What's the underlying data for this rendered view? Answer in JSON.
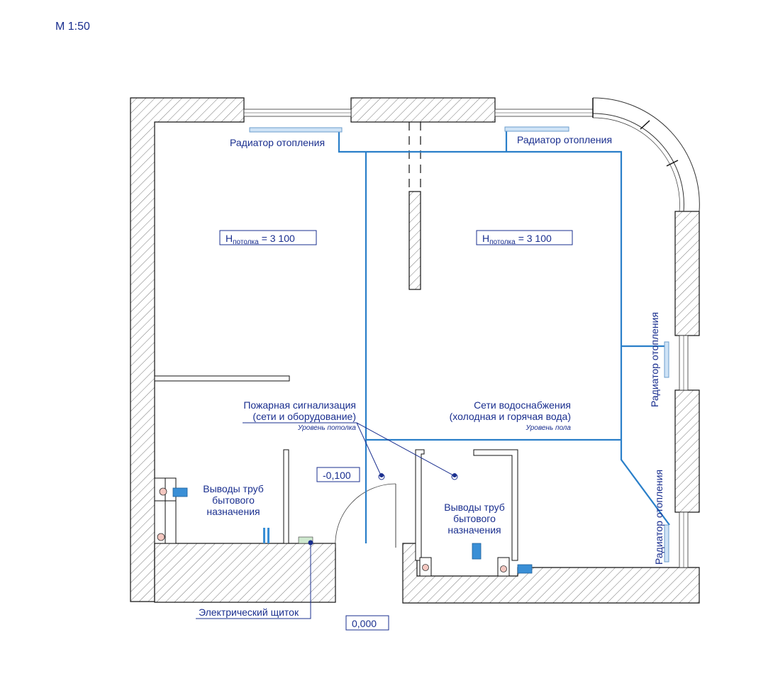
{
  "header": {
    "scale": "М 1:50"
  },
  "rooms": {
    "left_height": {
      "prefix": "H",
      "sub": "потолка",
      "value": "= 3 100"
    },
    "right_height": {
      "prefix": "H",
      "sub": "потолка",
      "value": "= 3 100"
    }
  },
  "labels": {
    "radiator_top_left": "Радиатор отопления",
    "radiator_top_right": "Радиатор отопления",
    "radiator_right_upper": "Радиатор отопления",
    "radiator_right_lower": "Радиатор отопления",
    "fire_alarm_line1": "Пожарная сигнализация",
    "fire_alarm_line2": "(сети и оборудование)",
    "fire_alarm_note": "Уровень потолка",
    "water_line1": "Сети водоснабжения",
    "water_line2": "(холодная и горячая вода)",
    "water_note": "Уровень пола",
    "outlets_left_line1": "Выводы труб",
    "outlets_left_line2": "бытового",
    "outlets_left_line3": "назначения",
    "outlets_right_line1": "Выводы труб",
    "outlets_right_line2": "бытового",
    "outlets_right_line3": "назначения",
    "electric_panel": "Электрический щиток"
  },
  "levels": {
    "inner": "-0,100",
    "entrance": "0,000"
  },
  "colors": {
    "annotation": "#1a2f8f",
    "pipe": "#2a7fc9",
    "radiator": "#cfe3f6"
  }
}
